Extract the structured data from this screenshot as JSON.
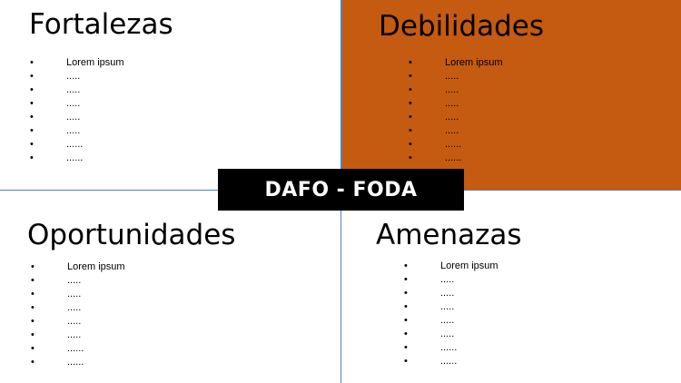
{
  "title": "DAFO - FODA",
  "colors": {
    "accent": "#c55a11",
    "divider": "#4f81bd",
    "badge": "#000000"
  },
  "quadrants": {
    "fortalezas": {
      "title": "Fortalezas",
      "items": [
        "Lorem ipsum",
        ".....",
        ".....",
        ".....",
        ".....",
        ".....",
        "......",
        "......"
      ]
    },
    "debilidades": {
      "title": "Debilidades",
      "items": [
        "Lorem ipsum",
        ".....",
        ".....",
        ".....",
        ".....",
        ".....",
        "......",
        "......"
      ]
    },
    "oportunidades": {
      "title": "Oportunidades",
      "items": [
        "Lorem ipsum",
        ".....",
        ".....",
        ".....",
        ".....",
        ".....",
        "......",
        "......"
      ]
    },
    "amenazas": {
      "title": "Amenazas",
      "items": [
        "Lorem ipsum",
        ".....",
        ".....",
        ".....",
        ".....",
        ".....",
        "......",
        "......"
      ]
    }
  }
}
